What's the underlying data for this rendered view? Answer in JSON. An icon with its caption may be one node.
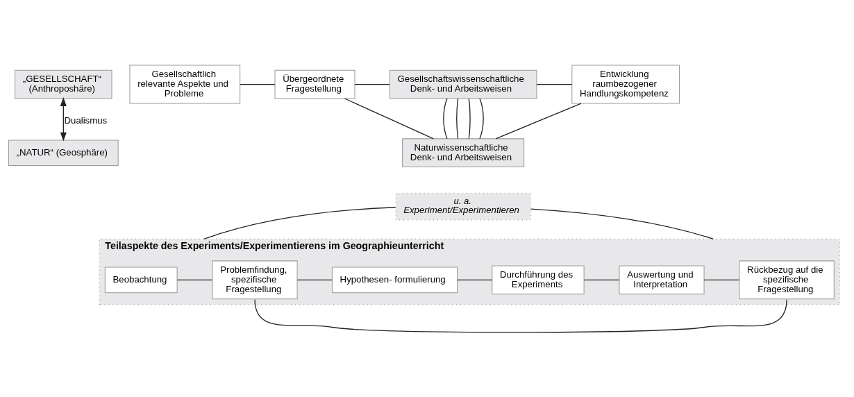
{
  "diagram": {
    "nodes": [
      {
        "text": [
          "„GESELLSCHAFT“ (Anthroposhäre)"
        ]
      },
      {
        "text": [
          "„NATUR“ (Geosphäre)"
        ]
      },
      {
        "text": [
          "Gesellschaftlich relevante Aspekte und Probleme"
        ]
      },
      {
        "text": [
          "Übergeordnete Fragestellung"
        ]
      },
      {
        "text": [
          "Gesellschaftswissenschaftliche Denk- und Arbeitsweisen"
        ]
      },
      {
        "text": [
          "Naturwissenschaftliche Denk- und Arbeitsweisen"
        ]
      },
      {
        "text": [
          "Entwicklung raumbezogener Handlungskompetenz"
        ]
      },
      {
        "text": [
          "u. a. Experiment/Experimentieren"
        ]
      },
      {
        "text": [
          "Teilaspekte des Experiments/Experimentierens im Geographieunterricht"
        ]
      },
      {
        "text": [
          "Beobachtung"
        ],
        "in": 8
      },
      {
        "text": [
          "Problemfindung, spezifische Fragestellung"
        ],
        "in": 8
      },
      {
        "text": [
          "Hypothesen- formulierung"
        ],
        "in": 8
      },
      {
        "text": [
          "Durchführung des Experiments"
        ],
        "in": 8
      },
      {
        "text": [
          "Auswertung und Interpretation"
        ],
        "in": 8
      },
      {
        "text": [
          "Rückbezug auf die spezifische Fragestellung"
        ],
        "in": 8
      }
    ],
    "edges": [
      {
        "from": 0,
        "to": 1,
        "arrow": "both",
        "label": "Dualismus"
      },
      {
        "from": 2,
        "to": 3,
        "arrow": "none"
      },
      {
        "from": 3,
        "to": 4,
        "arrow": "none"
      },
      {
        "from": 3,
        "to": 5,
        "arrow": "none"
      },
      {
        "from": 4,
        "to": 5,
        "arrow": "none"
      },
      {
        "from": 4,
        "to": 5,
        "arrow": "none"
      },
      {
        "from": 4,
        "to": 5,
        "arrow": "none"
      },
      {
        "from": 4,
        "to": 5,
        "arrow": "none"
      },
      {
        "from": 4,
        "to": 6,
        "arrow": "none"
      },
      {
        "from": 5,
        "to": 6,
        "arrow": "none"
      },
      {
        "from": 7,
        "to": 8,
        "arrow": "none"
      },
      {
        "from": 7,
        "to": 8,
        "arrow": "none"
      },
      {
        "from": 9,
        "to": 10,
        "arrow": "none"
      },
      {
        "from": 10,
        "to": 11,
        "arrow": "none"
      },
      {
        "from": 11,
        "to": 12,
        "arrow": "none"
      },
      {
        "from": 12,
        "to": 13,
        "arrow": "none"
      },
      {
        "from": 13,
        "to": 14,
        "arrow": "none"
      },
      {
        "from": 10,
        "to": 14,
        "arrow": "none"
      }
    ]
  }
}
